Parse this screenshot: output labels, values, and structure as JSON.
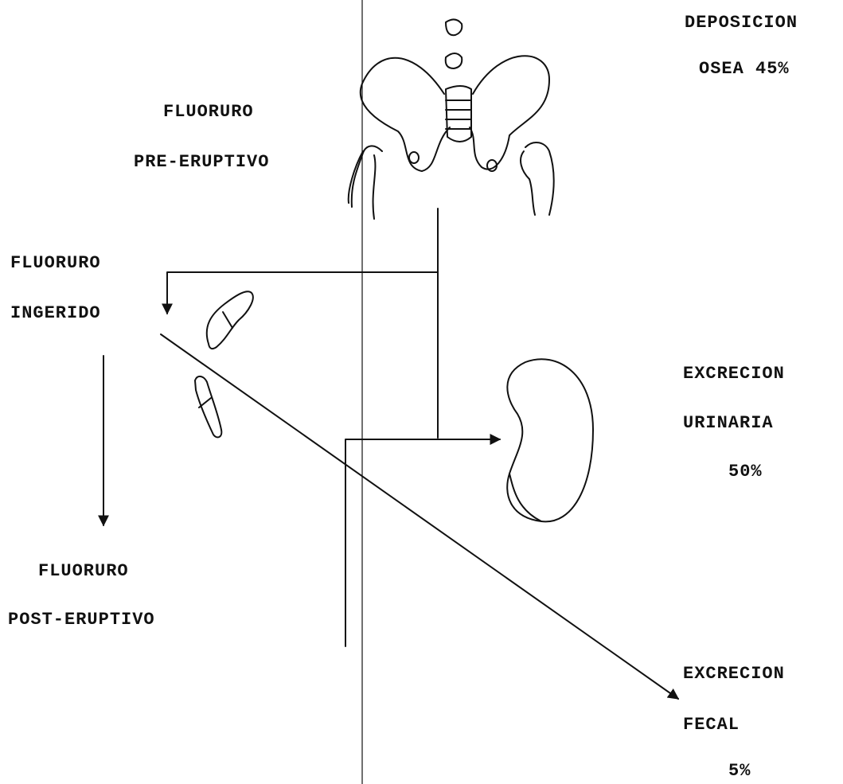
{
  "labels": {
    "deposicion_line1": "DEPOSICION",
    "deposicion_line2": "OSEA 45%",
    "pre_eruptivo_line1": "FLUORURO",
    "pre_eruptivo_line2": "PRE-ERUPTIVO",
    "ingerido_line1": "FLUORURO",
    "ingerido_line2": "INGERIDO",
    "urinaria_line1": "EXCRECION",
    "urinaria_line2": "URINARIA",
    "urinaria_pct": "50%",
    "post_eruptivo_line1": "FLUORURO",
    "post_eruptivo_line2": "POST-ERUPTIVO",
    "fecal_line1": "EXCRECION",
    "fecal_line2": "FECAL",
    "fecal_pct": "5%"
  },
  "illustrations": {
    "skeleton": "pelvis-icon",
    "teeth": "teeth-icon",
    "organ": "kidney-icon"
  },
  "colors": {
    "ink": "#111111",
    "background": "#ffffff"
  }
}
